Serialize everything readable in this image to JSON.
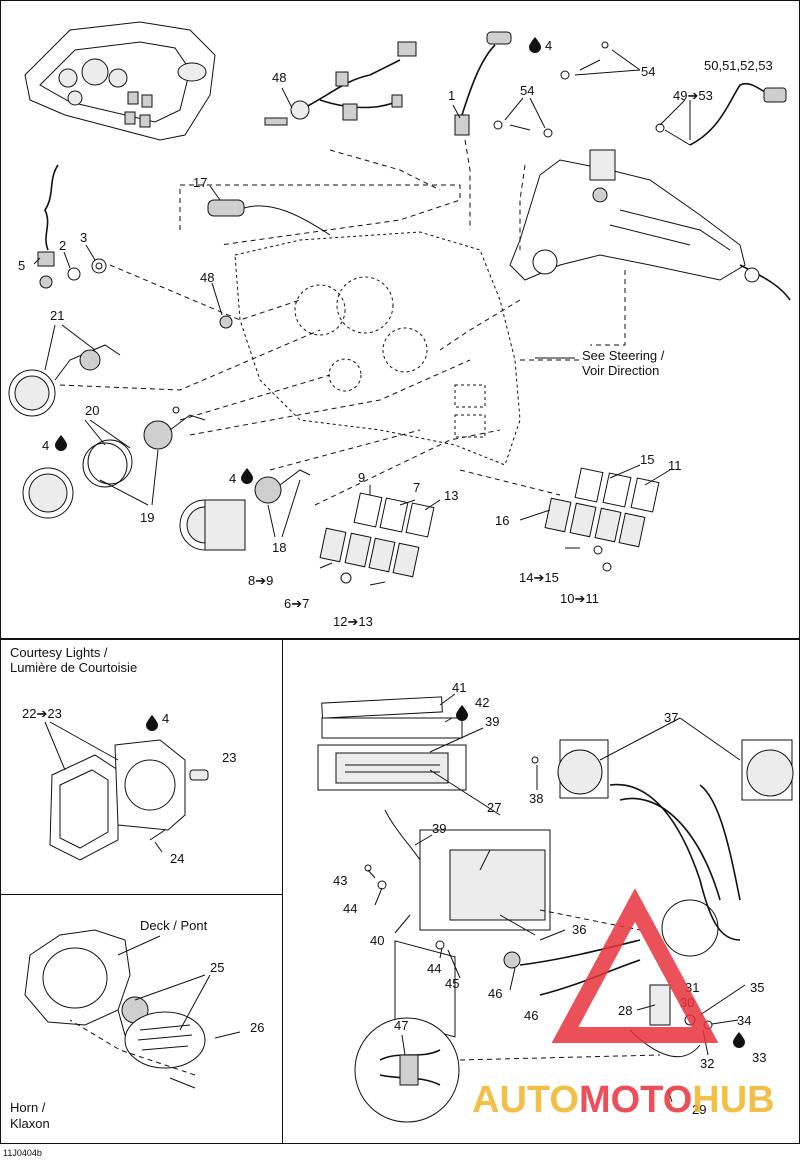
{
  "callouts": {
    "c1": "1",
    "c2": "2",
    "c3": "3",
    "c4a": "4",
    "c5": "5",
    "c4b": "4",
    "c4c": "4",
    "c4d": "4",
    "c7": "7",
    "c9": "9",
    "c11": "11",
    "c13": "13",
    "c15": "15",
    "c16": "16",
    "c17": "17",
    "c18": "18",
    "c19": "19",
    "c20": "20",
    "c21": "21",
    "c48a": "48",
    "c48b": "48",
    "c49_53": "49➔53",
    "c50_53": "50,51,52,53",
    "c54a": "54",
    "c54b": "54",
    "c8_9": "8➔9",
    "c6_7": "6➔7",
    "c12_13": "12➔13",
    "c14_15": "14➔15",
    "c10_11": "10➔11",
    "c22_23": "22➔23",
    "c23": "23",
    "c24": "24",
    "c25": "25",
    "c26": "26",
    "c27": "27",
    "c28": "28",
    "c29": "29",
    "c30": "30",
    "c31": "31",
    "c32": "32",
    "c33": "33",
    "c34": "34",
    "c35": "35",
    "c36": "36",
    "c37": "37",
    "c38": "38",
    "c39a": "39",
    "c39b": "39",
    "c40": "40",
    "c41": "41",
    "c42": "42",
    "c43": "43",
    "c44a": "44",
    "c44b": "44",
    "c45": "45",
    "c46a": "46",
    "c46b": "46",
    "c47": "47"
  },
  "notes": {
    "see_steering_1": "See  Steering /",
    "see_steering_2": "Voir Direction",
    "courtesy_1": "Courtesy Lights /",
    "courtesy_2": "Lumière de Courtoisie",
    "deck": "Deck / Pont",
    "horn_1": "Horn /",
    "horn_2": "Klaxon"
  },
  "figure_id": "11J0404b",
  "watermark": {
    "text_auto": "AUTO",
    "text_moto": "MOTO",
    "text_hub": "HUB",
    "color_red": "#e8323c",
    "color_gold": "#f0b429"
  },
  "icons": {
    "drop": "oil-drop-icon"
  }
}
